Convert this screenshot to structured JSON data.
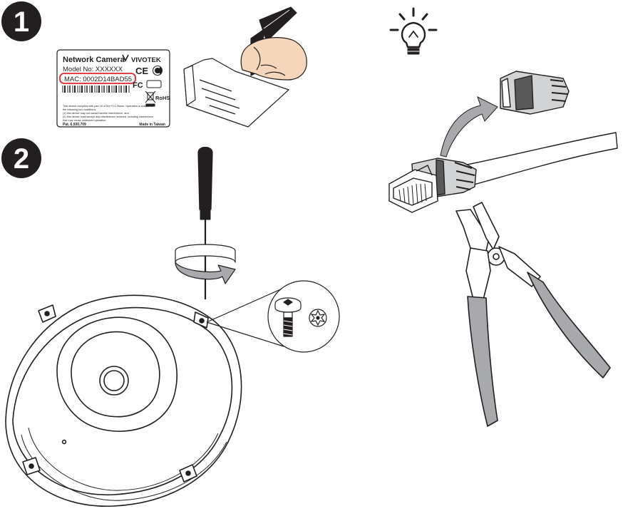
{
  "steps": [
    {
      "number": "1"
    },
    {
      "number": "2"
    }
  ],
  "label": {
    "title": "Network Camera",
    "brand": "VIVOTEK",
    "model": "Model No: XXXXXX",
    "mac": "MAC: 0002D14BAD55",
    "ce": "CE",
    "fc": "FC",
    "rohs": "RoHS",
    "compliance": [
      "This device complies with part 15 of the FCC Rules. Operation is subject to",
      "the following two conditions:",
      "(1) this device may not cause harmful interference, and",
      "(2) this device must accept any interference received, including interference",
      "that may cause undesired operation."
    ],
    "pat": "Pat. 6,930,709",
    "made_in": "Made in Taiwan"
  },
  "colors": {
    "ink": "#231f20",
    "gray_fill": "#a7a9ac",
    "light_gray": "#d1d3d4",
    "dark_gray": "#58595b",
    "mac_highlight": "#e0262f"
  },
  "icons": [
    "step-1-badge",
    "step-2-badge",
    "tip-lightbulb-icon",
    "mac-label",
    "writing-hand",
    "notepaper",
    "screwdriver",
    "rotate-arrow",
    "security-screw",
    "torx-socket",
    "rj45-boot",
    "curved-arrow",
    "rj45-connector",
    "network-cable",
    "wire-cutter",
    "camera-dome"
  ]
}
